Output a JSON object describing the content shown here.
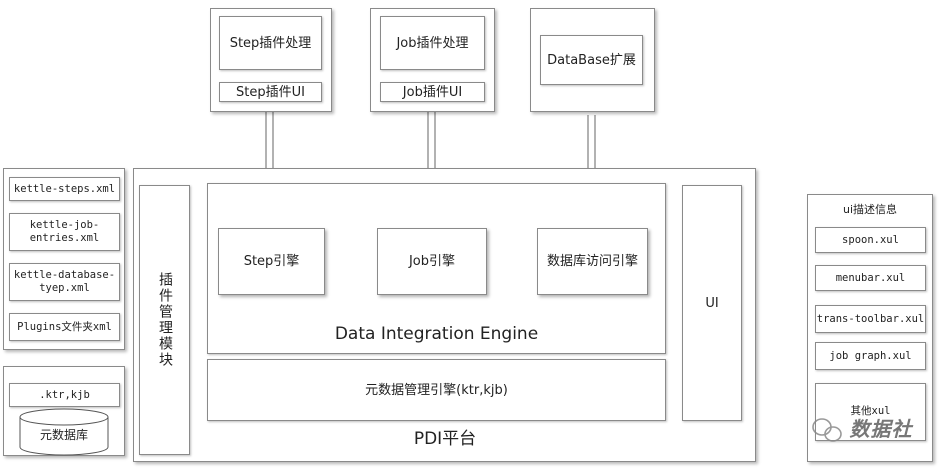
{
  "top": {
    "step_plugin": "Step插件处理",
    "step_ui": "Step插件UI",
    "job_plugin": "Job插件处理",
    "job_ui": "Job插件UI",
    "database_ext": "DataBase扩展"
  },
  "left_files": [
    "kettle-steps.xml",
    "kettle-job-\nentries.xml",
    "kettle-database-\ntyep.xml",
    "Plugins文件夹xml"
  ],
  "left_bottom": {
    "file": ".ktr,kjb",
    "db": "元数据库"
  },
  "platform": {
    "plugin_module": "插件管理模块",
    "step_engine": "Step引擎",
    "job_engine": "Job引擎",
    "db_engine": "数据库访问引擎",
    "die": "Data Integration Engine",
    "meta_engine": "元数据管理引擎(ktr,kjb)",
    "ui": "UI",
    "pdi": "PDI平台"
  },
  "right": {
    "title": "ui描述信息",
    "files": [
      "spoon.xul",
      "menubar.xul",
      "trans-toolbar.xul",
      "job graph.xul",
      "其他xul"
    ]
  },
  "watermark": "数据社"
}
